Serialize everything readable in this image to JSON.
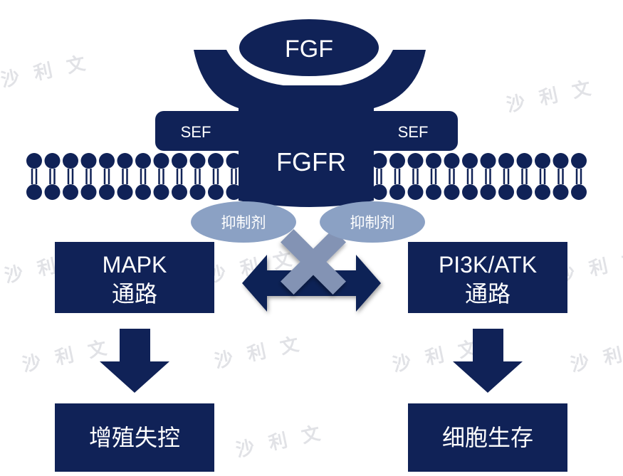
{
  "colors": {
    "navy": "#102257",
    "inhibitor": "#8ba1c4",
    "inhibitor_text": "#ffffff",
    "cross": "#8393b4",
    "box_text": "#ffffff",
    "watermark": "#c9cbd3"
  },
  "ligand": {
    "label": "FGF"
  },
  "receptor": {
    "label": "FGFR"
  },
  "sef": {
    "left_label": "SEF",
    "right_label": "SEF"
  },
  "inhibitors": {
    "left_label": "抑制剂",
    "right_label": "抑制剂"
  },
  "pathways": {
    "left": {
      "line1": "MAPK",
      "line2": "通路"
    },
    "right": {
      "line1": "PI3K/ATK",
      "line2": "通路"
    }
  },
  "outcomes": {
    "left": "增殖失控",
    "right": "细胞生存"
  },
  "watermark": {
    "text": "沙 利 文"
  },
  "icons": [
    "down-arrow-icon",
    "double-arrow-icon",
    "cross-mark-icon"
  ]
}
